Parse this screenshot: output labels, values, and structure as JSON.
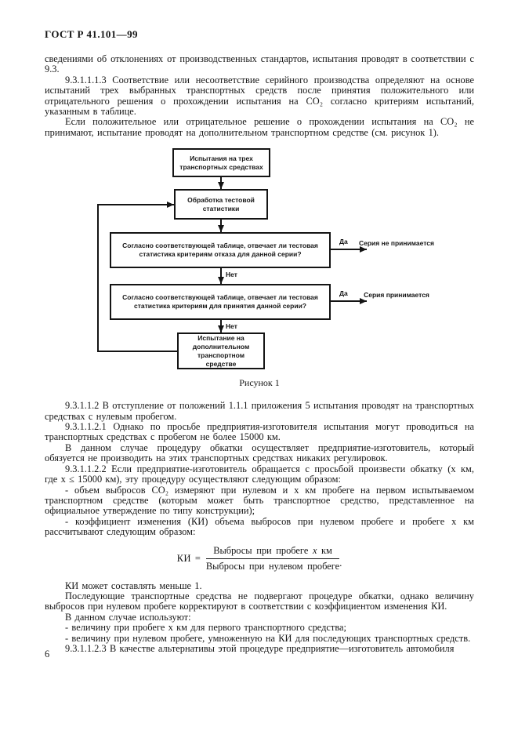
{
  "header": {
    "title": "ГОСТ Р 41.101—99"
  },
  "body": {
    "p1": "сведениями об отклонениях от производственных стандартов, испытания проводят в соответствии с 9.3.",
    "p2": "9.3.1.1.1.3 Соответствие или несоответствие серийного производства определяют на основе испытаний трех выбранных транспортных средств после принятия положительного или отрицательного решения о прохождении испытания на CO₂ согласно критериям испытаний, указанным в таблице.",
    "p3": "Если положительное или отрицательное решение о прохождении испытания на CO₂ не принимают, испытание проводят на дополнительном транспортном средстве (см. рисунок 1).",
    "p4": "9.3.1.1.2 В отступление от положений 1.1.1 приложения 5 испытания проводят на транспортных средствах с нулевым пробегом.",
    "p5": "9.3.1.1.2.1 Однако по просьбе предприятия-изготовителя испытания могут проводиться на транспортных средствах с пробегом не более 15000 км.",
    "p6": "В данном случае процедуру обкатки осуществляет предприятие-изготовитель, который обязуется не производить на этих транспортных средствах никаких регулировок.",
    "p7": "9.3.1.1.2.2 Если предприятие-изготовитель обращается с просьбой произвести обкатку (x км, где x ≤ 15000 км), эту процедуру осуществляют следующим образом:",
    "p8": "- объем выбросов CO₂ измеряют при нулевом и x км пробеге на первом испытываемом транспортном средстве (которым может быть транспортное средство, представленное на официальное утверждение по типу конструкции);",
    "p9": "- коэффициент изменения (КИ) объема выбросов при нулевом пробеге и пробеге x км рассчитывают следующим образом:",
    "p10": "КИ может составлять меньше 1.",
    "p11": "Последующие транспортные средства не подвергают процедуре обкатки, однако величину выбросов при нулевом пробеге корректируют в соответствии с коэффициентом изменения КИ.",
    "p12": "В данном случае используют:",
    "p13": "- величину при пробеге x км для первого транспортного средства;",
    "p14": "- величину при нулевом пробеге, умноженную на КИ для последующих транспортных средств.",
    "p15": "9.3.1.1.2.3 В качестве альтернативы этой процедуре предприятие—изготовитель автомобиля"
  },
  "flowchart": {
    "box1": "Испытания на трех транспортных средствах",
    "box2": "Обработка тестовой статистики",
    "box3": "Согласно соответствующей таблице, отвечает ли тестовая статистика критериям отказа для данной серии?",
    "box4": "Согласно соответствующей таблице, отвечает ли тестовая статистика критериям для принятия данной серии?",
    "box5": "Испытание на дополнительном транспортном средстве",
    "label_yes1": "Да",
    "label_yes2": "Да",
    "label_no1": "Нет",
    "label_no2": "Нет",
    "result1": "Серия не принимается",
    "result2": "Серия принимается",
    "caption": "Рисунок 1"
  },
  "formula": {
    "lhs": "КИ",
    "equals": "=",
    "numerator_prefix": "Выбросы при пробеге ",
    "numerator_x": "x",
    "numerator_suffix": " км",
    "denominator": "Выбросы при нулевом пробеге",
    "period": "."
  },
  "footer": {
    "page_number": "6"
  }
}
